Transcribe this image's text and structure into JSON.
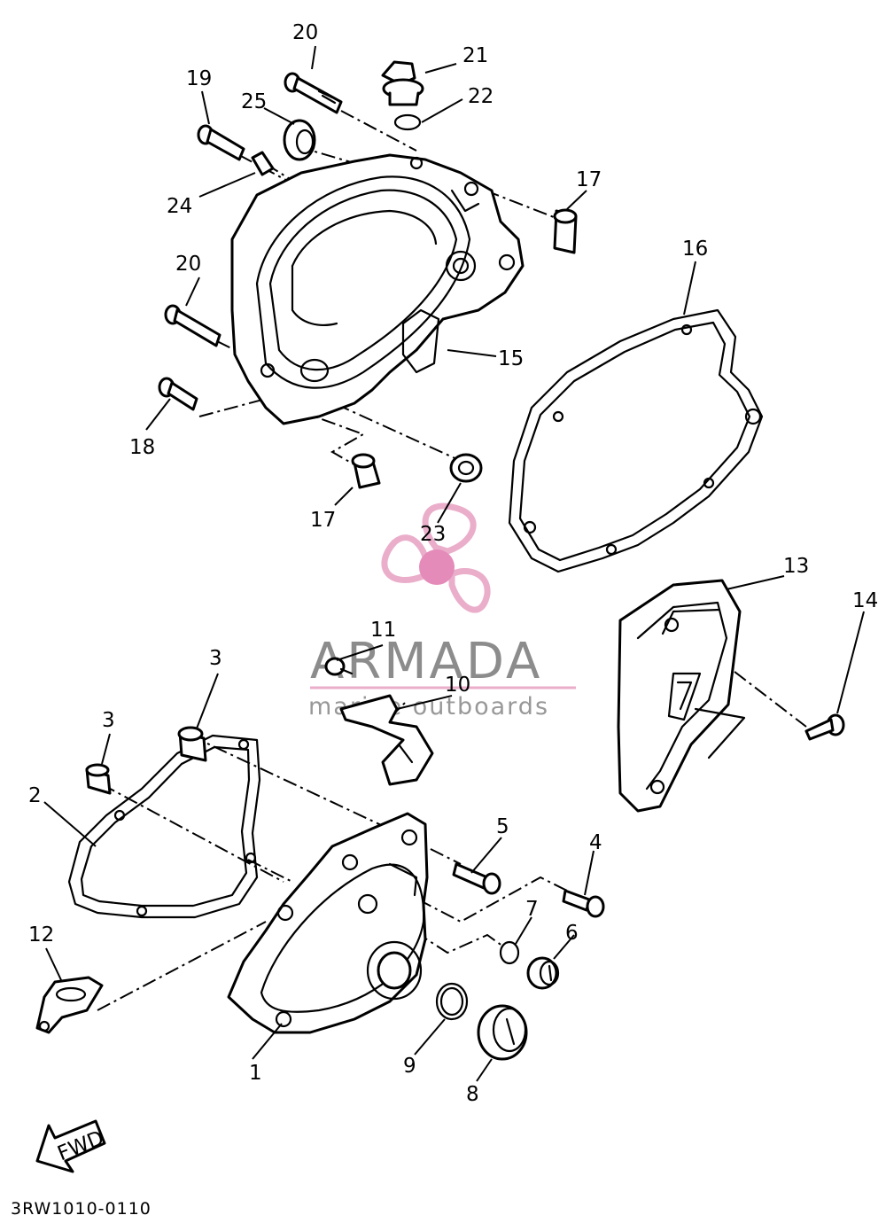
{
  "diagram": {
    "callouts": [
      "1",
      "2",
      "3",
      "3",
      "4",
      "5",
      "6",
      "7",
      "8",
      "9",
      "10",
      "11",
      "12",
      "13",
      "14",
      "15",
      "16",
      "17",
      "17",
      "18",
      "19",
      "20",
      "20",
      "21",
      "22",
      "23",
      "24",
      "25"
    ],
    "fwd_label": "FWD",
    "diagram_code": "3RW1010-0110",
    "watermark": {
      "brand": "ARMADA",
      "tagline": "marine outboards",
      "pink": "#e8a6c6",
      "accent": "#e27fb2"
    }
  }
}
